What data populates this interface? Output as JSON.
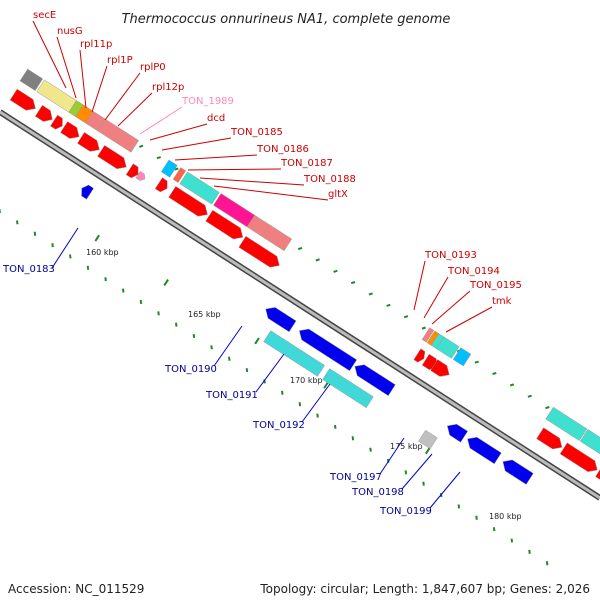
{
  "title": "Thermococcus onnurineus NA1, complete genome",
  "accession": "Accession: NC_011529",
  "topology": "Topology: circular; Length: 1,847,607 bp; Genes: 2,026",
  "colors": {
    "forward": "#ff0000",
    "reverse": "#0000ee",
    "rna": "#ee8888",
    "backbone": "#888888",
    "ticks": "#228822",
    "label_forward": "#cc0000",
    "label_reverse": "#000099",
    "label_rna": "#ff88bb"
  },
  "kbp_labels": [
    "160 kbp",
    "165 kbp",
    "170 kbp",
    "175 kbp",
    "180 kbp"
  ],
  "genes_top": [
    {
      "name": "secE",
      "color": "#cc0000"
    },
    {
      "name": "nusG",
      "color": "#cc0000"
    },
    {
      "name": "rpl11p",
      "color": "#cc0000"
    },
    {
      "name": "rpl1P",
      "color": "#cc0000"
    },
    {
      "name": "rplP0",
      "color": "#cc0000"
    },
    {
      "name": "rpl12p",
      "color": "#cc0000"
    },
    {
      "name": "TON_1989",
      "color": "#ff88bb"
    },
    {
      "name": "dcd",
      "color": "#cc0000"
    },
    {
      "name": "TON_0185",
      "color": "#cc0000"
    },
    {
      "name": "TON_0186",
      "color": "#cc0000"
    },
    {
      "name": "TON_0187",
      "color": "#cc0000"
    },
    {
      "name": "TON_0188",
      "color": "#cc0000"
    },
    {
      "name": "gltX",
      "color": "#cc0000"
    },
    {
      "name": "TON_0193",
      "color": "#cc0000"
    },
    {
      "name": "TON_0194",
      "color": "#cc0000"
    },
    {
      "name": "TON_0195",
      "color": "#cc0000"
    },
    {
      "name": "tmk",
      "color": "#cc0000"
    }
  ],
  "genes_bottom": [
    {
      "name": "TON_0183",
      "color": "#000099"
    },
    {
      "name": "TON_0190",
      "color": "#000099"
    },
    {
      "name": "TON_0191",
      "color": "#000099"
    },
    {
      "name": "TON_0192",
      "color": "#000099"
    },
    {
      "name": "TON_0197",
      "color": "#000099"
    },
    {
      "name": "TON_0198",
      "color": "#000099"
    },
    {
      "name": "TON_0199",
      "color": "#000099"
    }
  ]
}
